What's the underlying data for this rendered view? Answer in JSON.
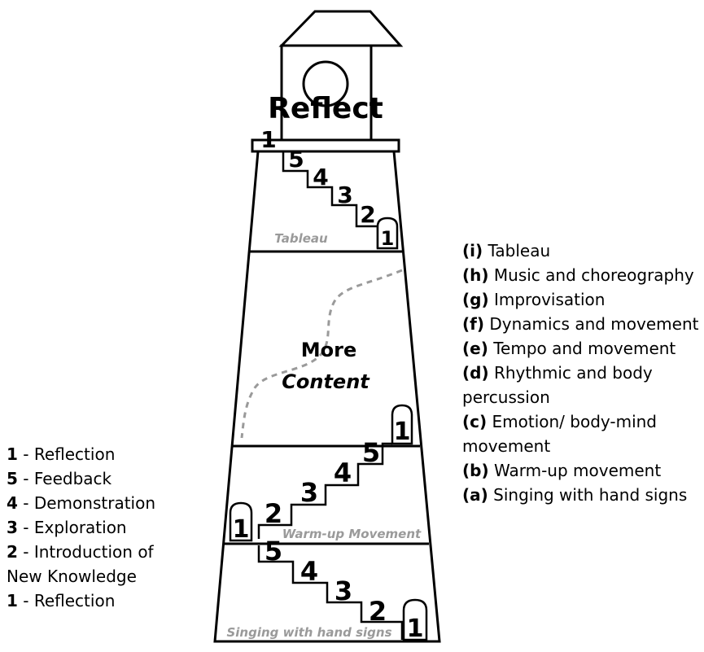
{
  "diagram": {
    "top_label": "Reflect",
    "center_label_line1": "More",
    "center_label_line2": "Content",
    "top_section_label": "Tableau",
    "middle_section_label": "Warm-up Movement",
    "bottom_section_label": "Singing with hand signs",
    "step_numbers": {
      "one": "1",
      "two": "2",
      "three": "3",
      "four": "4",
      "five": "5"
    }
  },
  "left_legend": [
    {
      "num": "1",
      "text": " - Reflection"
    },
    {
      "num": "5",
      "text": " - Feedback"
    },
    {
      "num": "4",
      "text": " - Demonstration"
    },
    {
      "num": "3",
      "text": " - Exploration"
    },
    {
      "num": "2",
      "text": " - Introduction of New Knowledge"
    },
    {
      "num": "1",
      "text": " - Reflection"
    }
  ],
  "right_legend": [
    {
      "key": "(i)",
      "text": " Tableau"
    },
    {
      "key": "(h)",
      "text": " Music and choreography"
    },
    {
      "key": "(g)",
      "text": " Improvisation"
    },
    {
      "key": "(f)",
      "text": " Dynamics and movement"
    },
    {
      "key": "(e)",
      "text": " Tempo and movement"
    },
    {
      "key": "(d)",
      "text": " Rhythmic and body percussion"
    },
    {
      "key": "(c)",
      "text": " Emotion/ body-mind movement"
    },
    {
      "key": "(b)",
      "text": " Warm-up movement"
    },
    {
      "key": "(a)",
      "text": " Singing with hand signs"
    }
  ]
}
